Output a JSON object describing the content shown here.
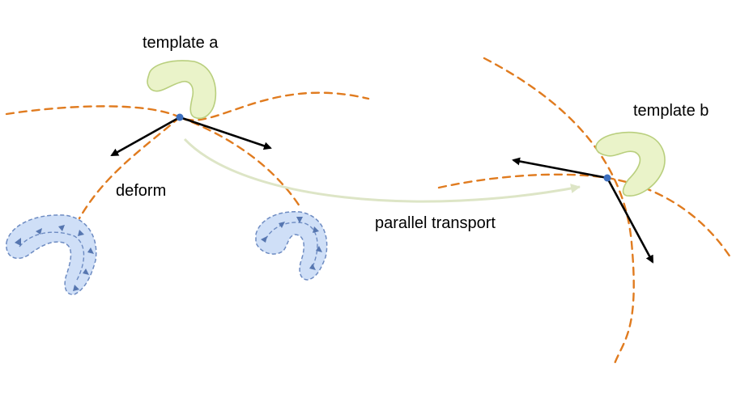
{
  "labels": {
    "template_a": "template a",
    "template_b": "template b",
    "deform": "deform",
    "parallel_transport": "parallel transport"
  },
  "colors": {
    "geodesic": "#e07b1f",
    "tangent_vector": "#000000",
    "base_point": "#3c6fbf",
    "template_fill": "#eaf3c9",
    "deformed_fill": "#cfdff7",
    "transport_arrow": "#dde5c6"
  },
  "icons": {
    "template_shape": "hook-shape",
    "deformed_shape": "hook-shape-with-deformation-field"
  }
}
